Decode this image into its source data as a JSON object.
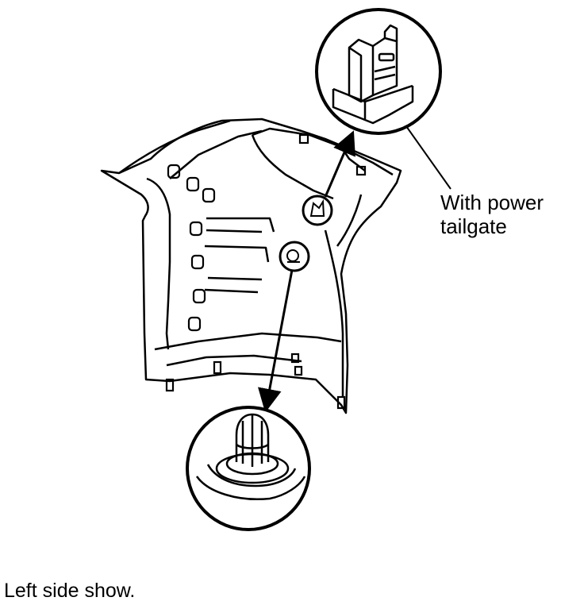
{
  "callout": {
    "line1": "With power",
    "line2": "tailgate"
  },
  "caption": "Left side show."
}
